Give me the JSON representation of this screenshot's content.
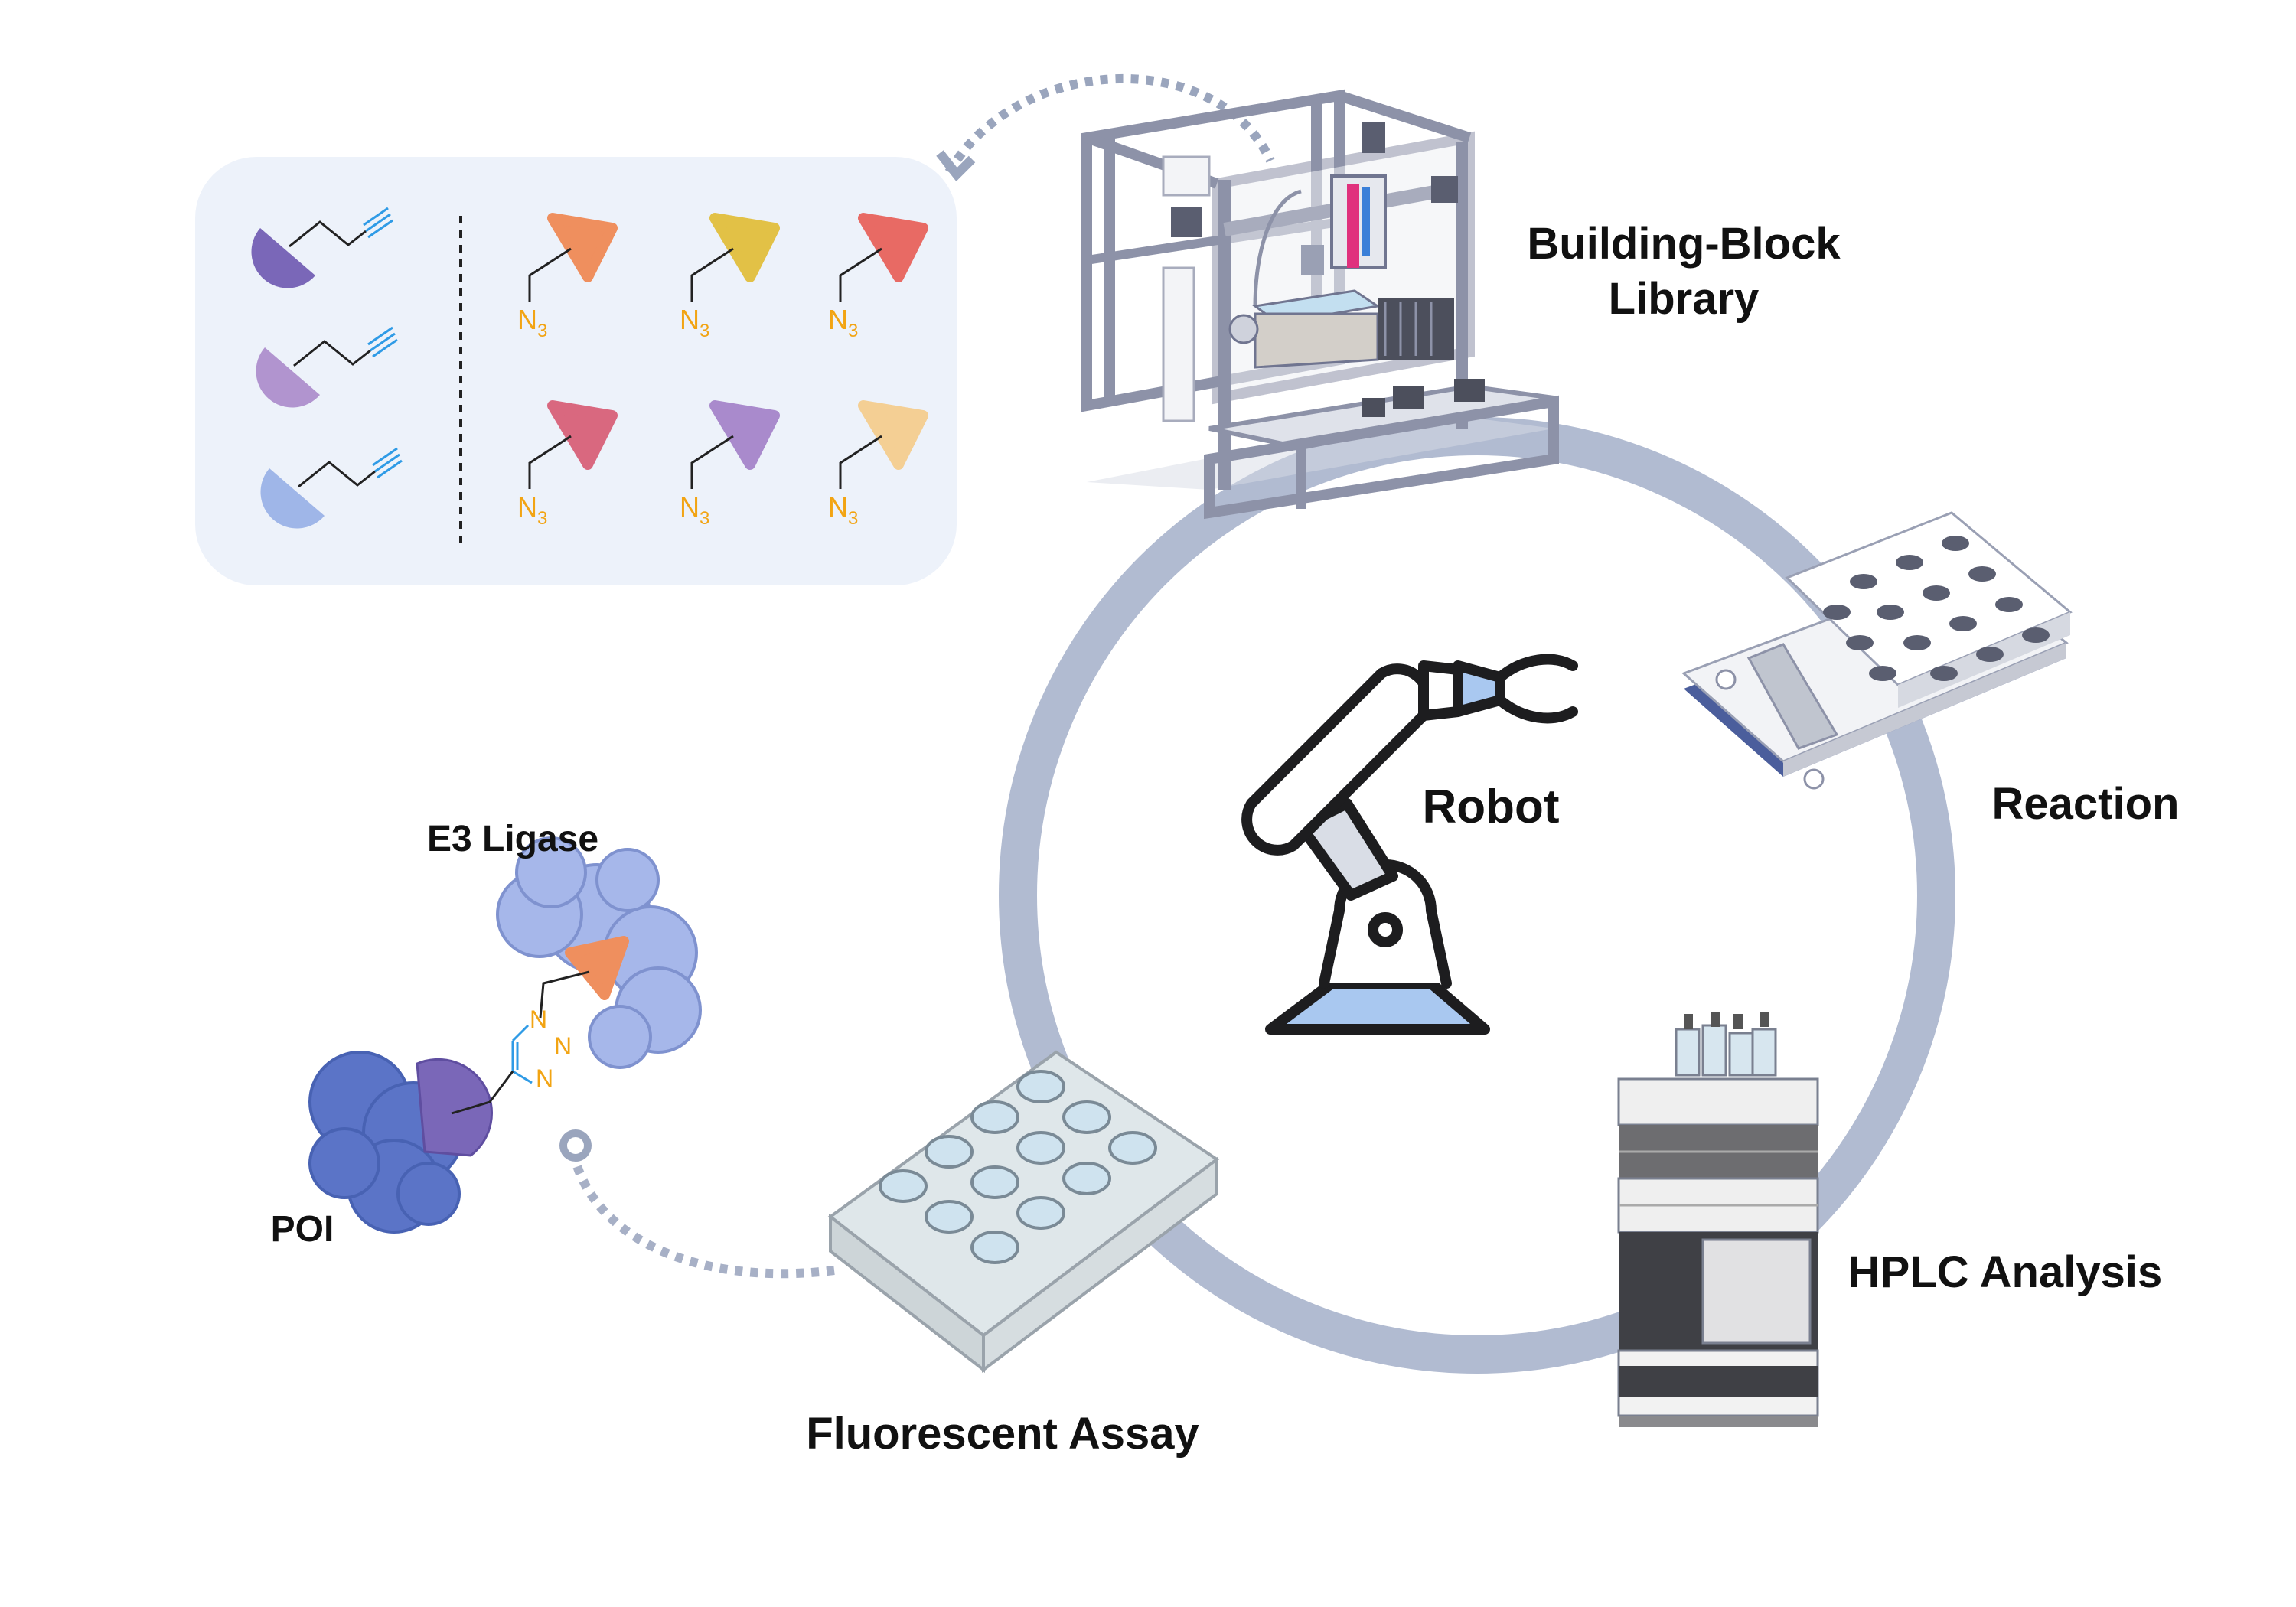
{
  "labels": {
    "building_block": [
      "Building-Block",
      "Library"
    ],
    "reaction": "Reaction",
    "robot": "Robot",
    "hplc": "HPLC Analysis",
    "assay": "Fluorescent Assay",
    "e3": "E3 Ligase",
    "poi": "POI"
  },
  "azide": {
    "main": "N",
    "sub": "3"
  },
  "triazole": {
    "n1": "N",
    "n2": "N",
    "n3": "N"
  },
  "colors": {
    "cycle_ring": "#b1bbd1",
    "dashed_arrow": "#9aa5bd",
    "library_panel": "#edf2fa",
    "alkyne_blue": "#2f9be6",
    "azide_orange": "#f2a413",
    "alkyne_shapes": [
      "#7a67b8",
      "#b194cf",
      "#9fb6e8"
    ],
    "azide_triangles": [
      "#ef8f5e",
      "#e2c146",
      "#e86a64",
      "#d9687f",
      "#a98acc",
      "#f4cf94"
    ],
    "robot_accent": "#a9c8f0",
    "protein_e3": "#a6b7ea",
    "protein_poi": "#5b74c7"
  },
  "icons": [
    "cnc-robot-machine",
    "stir-plate-icon",
    "robot-arm-icon",
    "hplc-instrument",
    "well-plate-icon",
    "protac-complex"
  ]
}
